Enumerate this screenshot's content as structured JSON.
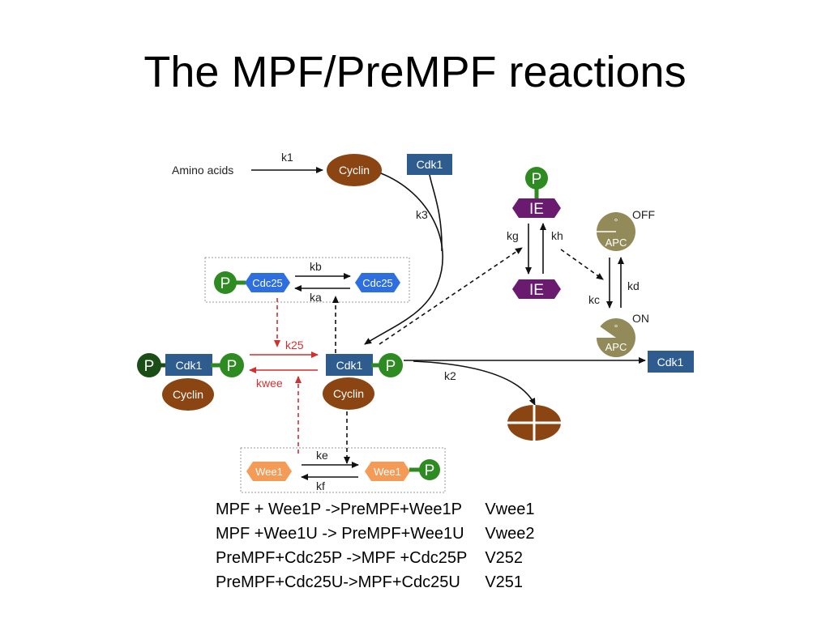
{
  "title": "The MPF/PreMPF reactions",
  "colors": {
    "cdk1": "#2E5C8E",
    "cyclin": "#8B4513",
    "phospho": "#2E8B22",
    "phospho_dark": "#1B4D16",
    "cdc25": "#2E6FE0",
    "wee1": "#F39B57",
    "ie": "#6A1B6F",
    "apc": "#938A5A",
    "inhibit_arrow": "#D32F2F"
  },
  "diagram": {
    "amino_acids": "Amino acids",
    "k1": "k1",
    "k2": "k2",
    "k3": "k3",
    "kb": "kb",
    "ka": "ka",
    "k25": "k25",
    "kwee": "kwee",
    "ke": "ke",
    "kf": "kf",
    "kg": "kg",
    "kh": "kh",
    "kc": "kc",
    "kd": "kd",
    "cyclin": "Cyclin",
    "cdk1": "Cdk1",
    "p": "P",
    "cdc25": "Cdc25",
    "wee1": "Wee1",
    "ie": "IE",
    "apc": "APC",
    "apc_mark": "°",
    "off": "OFF",
    "on": "ON"
  },
  "reactions": [
    {
      "equation": "MPF + Wee1P ->PreMPF+Wee1P",
      "rate": "Vwee1"
    },
    {
      "equation": "MPF +Wee1U -> PreMPF+Wee1U",
      "rate": "Vwee2"
    },
    {
      "equation": "PreMPF+Cdc25P ->MPF +Cdc25P",
      "rate": "V252"
    },
    {
      "equation": "PreMPF+Cdc25U->MPF+Cdc25U",
      "rate": "V251"
    }
  ]
}
